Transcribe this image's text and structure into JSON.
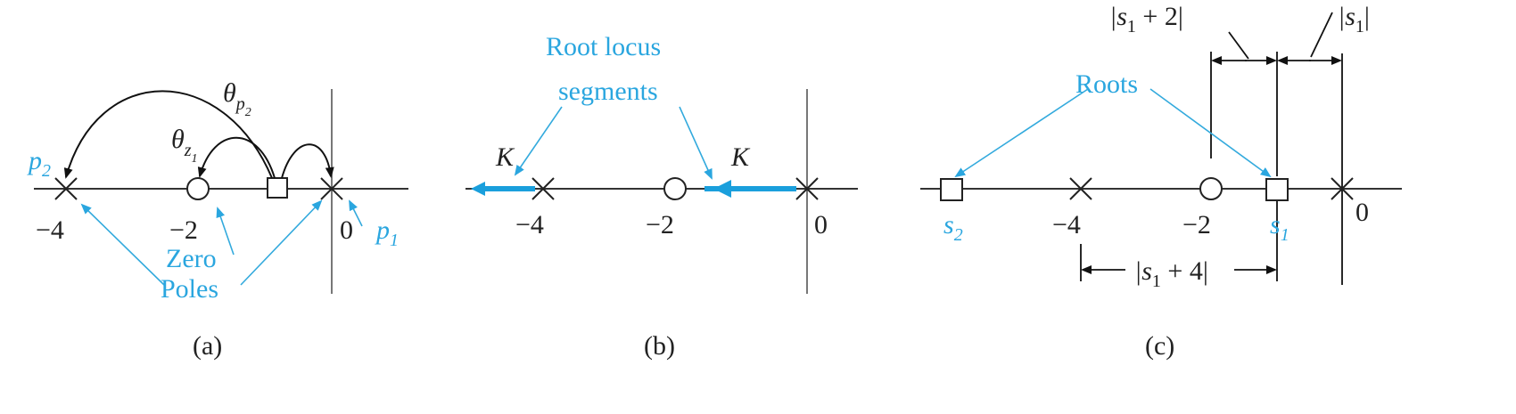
{
  "colors": {
    "accent": "#2aa6df",
    "ink": "#222222"
  },
  "panel_a": {
    "caption": "(a)",
    "tick_neg4": "−4",
    "tick_neg2": "−2",
    "tick_0": "0",
    "p2_main": "p",
    "p2_sub": "2",
    "p1_main": "p",
    "p1_sub": "1",
    "theta_p2_main": "θ",
    "theta_p2_sub": "p",
    "theta_p2_subsub": "2",
    "theta_z1_main": "θ",
    "theta_z1_sub": "z",
    "theta_z1_subsub": "1",
    "label_zero": "Zero",
    "label_poles": "Poles"
  },
  "panel_b": {
    "caption": "(b)",
    "tick_neg4": "−4",
    "tick_neg2": "−2",
    "tick_0": "0",
    "title_line1": "Root locus",
    "title_line2": "segments",
    "gain_left": "K",
    "gain_right": "K"
  },
  "panel_c": {
    "caption": "(c)",
    "tick_neg4": "−4",
    "tick_neg2": "−2",
    "tick_0": "0",
    "roots_label": "Roots",
    "s2_main": "s",
    "s2_sub": "2",
    "s1_main": "s",
    "s1_sub": "1",
    "dim_s1p2_a": "|s",
    "dim_s1p2_sub": "1",
    "dim_s1p2_b": " + 2|",
    "dim_s1_a": "|s",
    "dim_s1_sub": "1",
    "dim_s1_b": "|",
    "dim_s1p4_a": "|s",
    "dim_s1p4_sub": "1",
    "dim_s1p4_b": " + 4|"
  }
}
